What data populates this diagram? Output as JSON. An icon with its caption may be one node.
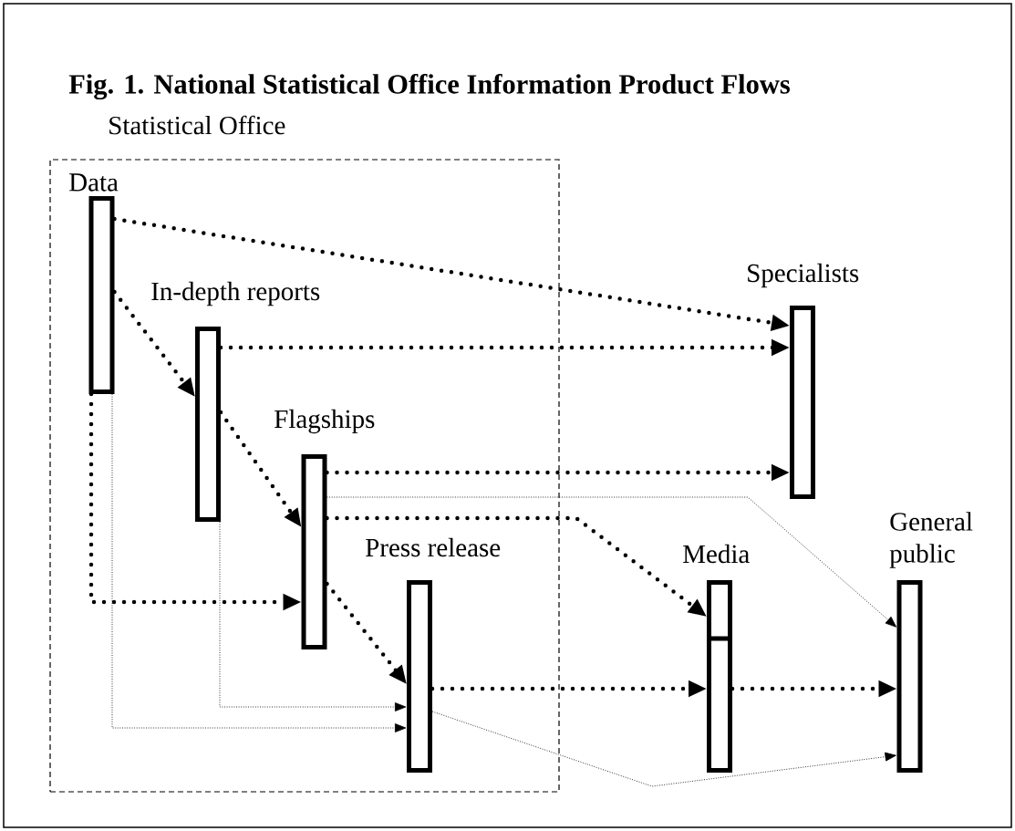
{
  "diagram": {
    "title": "Fig. 1. National Statistical Office Information Product Flows",
    "nodes": [
      {
        "text": [
          "Statistical Office"
        ]
      },
      {
        "text": [
          "Data"
        ],
        "in": 0
      },
      {
        "text": [
          "In-depth reports"
        ],
        "in": 0
      },
      {
        "text": [
          "Flagships"
        ],
        "in": 0
      },
      {
        "text": [
          "Press release"
        ],
        "in": 0
      },
      {
        "text": [
          "Specialists"
        ]
      },
      {
        "text": [
          "Media"
        ]
      },
      {
        "text": [
          "General public"
        ]
      }
    ],
    "edges": [
      {
        "from": 1,
        "to": 5,
        "arrow": "to",
        "style": "dashed"
      },
      {
        "from": 1,
        "to": 2,
        "arrow": "to",
        "style": "dashed"
      },
      {
        "from": 1,
        "to": 3,
        "arrow": "to",
        "style": "dashed"
      },
      {
        "from": 2,
        "to": 5,
        "arrow": "to",
        "style": "dashed"
      },
      {
        "from": 2,
        "to": 3,
        "arrow": "to",
        "style": "dashed"
      },
      {
        "from": 3,
        "to": 5,
        "arrow": "to",
        "style": "dashed"
      },
      {
        "from": 3,
        "to": 6,
        "arrow": "to",
        "style": "dashed"
      },
      {
        "from": 3,
        "to": 4,
        "arrow": "to",
        "style": "dashed"
      },
      {
        "from": 4,
        "to": 6,
        "arrow": "to",
        "style": "dashed"
      },
      {
        "from": 6,
        "to": 7,
        "arrow": "to",
        "style": "dashed"
      },
      {
        "from": 3,
        "to": 7,
        "arrow": "to"
      },
      {
        "from": 2,
        "to": 4,
        "arrow": "to"
      },
      {
        "from": 1,
        "to": 4,
        "arrow": "to"
      },
      {
        "from": 4,
        "to": 7,
        "arrow": "to"
      }
    ]
  }
}
